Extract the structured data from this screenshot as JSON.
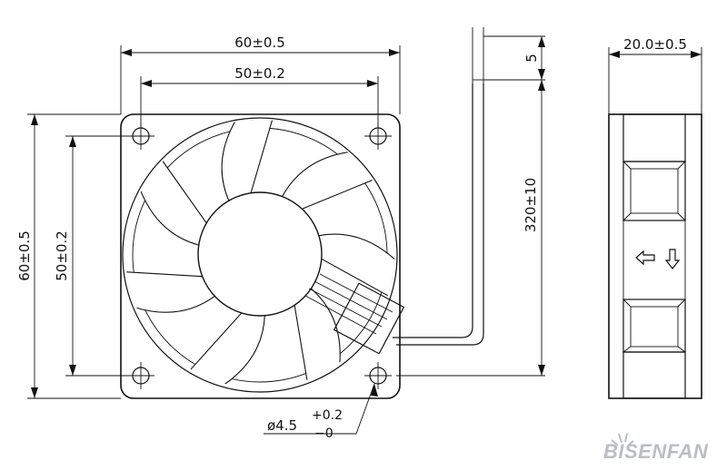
{
  "front_view": {
    "outer_width": "60±0.5",
    "hole_spacing_horizontal": "50±0.2",
    "outer_height": "60±0.5",
    "hole_spacing_vertical": "50±0.2",
    "hole_diameter": "ø4.5",
    "hole_tolerance_upper": "+0.2",
    "hole_tolerance_lower": "−0"
  },
  "lead_wire": {
    "strip_length": "5",
    "lead_length": "320±10"
  },
  "side_view": {
    "thickness": "20.0±0.5"
  },
  "brand": {
    "name": "BISENFAN"
  }
}
